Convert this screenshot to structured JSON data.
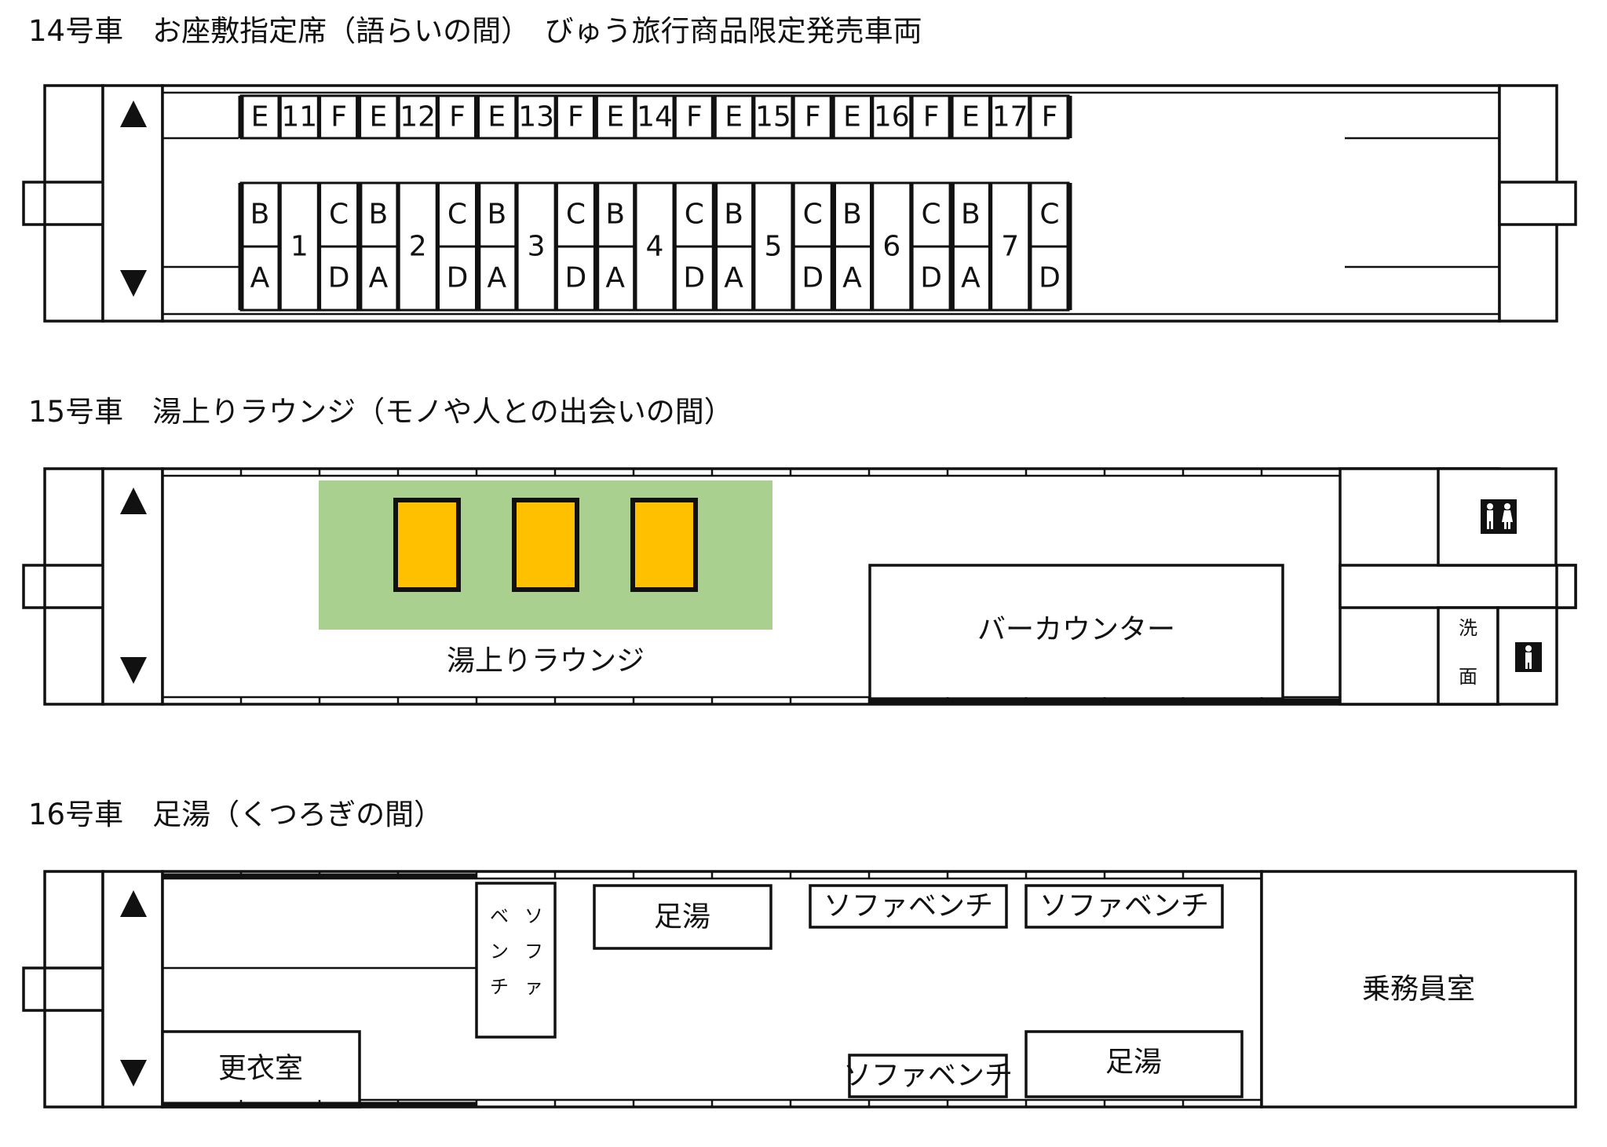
{
  "cars": [
    {
      "title": "14号車　お座敷指定席（語らいの間）　びゅう旅行商品限定発売車両",
      "upper_row": [
        "E",
        "11",
        "F",
        "E",
        "12",
        "F",
        "E",
        "13",
        "F",
        "E",
        "14",
        "F",
        "E",
        "15",
        "F",
        "E",
        "16",
        "F",
        "E",
        "17",
        "F"
      ],
      "lower_rows": [
        {
          "top": "B",
          "bottom": "A"
        },
        {
          "num": "1"
        },
        {
          "top": "C",
          "bottom": "D"
        },
        {
          "top": "B",
          "bottom": "A"
        },
        {
          "num": "2"
        },
        {
          "top": "C",
          "bottom": "D"
        },
        {
          "top": "B",
          "bottom": "A"
        },
        {
          "num": "3"
        },
        {
          "top": "C",
          "bottom": "D"
        },
        {
          "top": "B",
          "bottom": "A"
        },
        {
          "num": "4"
        },
        {
          "top": "C",
          "bottom": "D"
        },
        {
          "top": "B",
          "bottom": "A"
        },
        {
          "num": "5"
        },
        {
          "top": "C",
          "bottom": "D"
        },
        {
          "top": "B",
          "bottom": "A"
        },
        {
          "num": "6"
        },
        {
          "top": "C",
          "bottom": "D"
        },
        {
          "top": "B",
          "bottom": "A"
        },
        {
          "num": "7"
        },
        {
          "top": "C",
          "bottom": "D"
        }
      ]
    },
    {
      "title": "15号車　湯上りラウンジ（モノや人との出会いの間）",
      "lounge_label": "湯上りラウンジ",
      "bar_label": "バーカウンター",
      "wash_label_1": "洗",
      "wash_label_2": "面",
      "lounge_color": "#a9d08e",
      "seat_color": "#ffc000"
    },
    {
      "title": "16号車　足湯（くつろぎの間）",
      "dressing_label": "更衣室",
      "foot_bath_label": "足湯",
      "sofa_bench_label": "ソファベンチ",
      "vertical_sofa": [
        "ソ",
        "フ",
        "ァ",
        "ベ",
        "ン",
        "チ"
      ],
      "crew_label": "乗務員室"
    }
  ],
  "icons": [
    "up-arrow-icon",
    "down-arrow-icon",
    "restroom-icon",
    "toilet-icon"
  ]
}
